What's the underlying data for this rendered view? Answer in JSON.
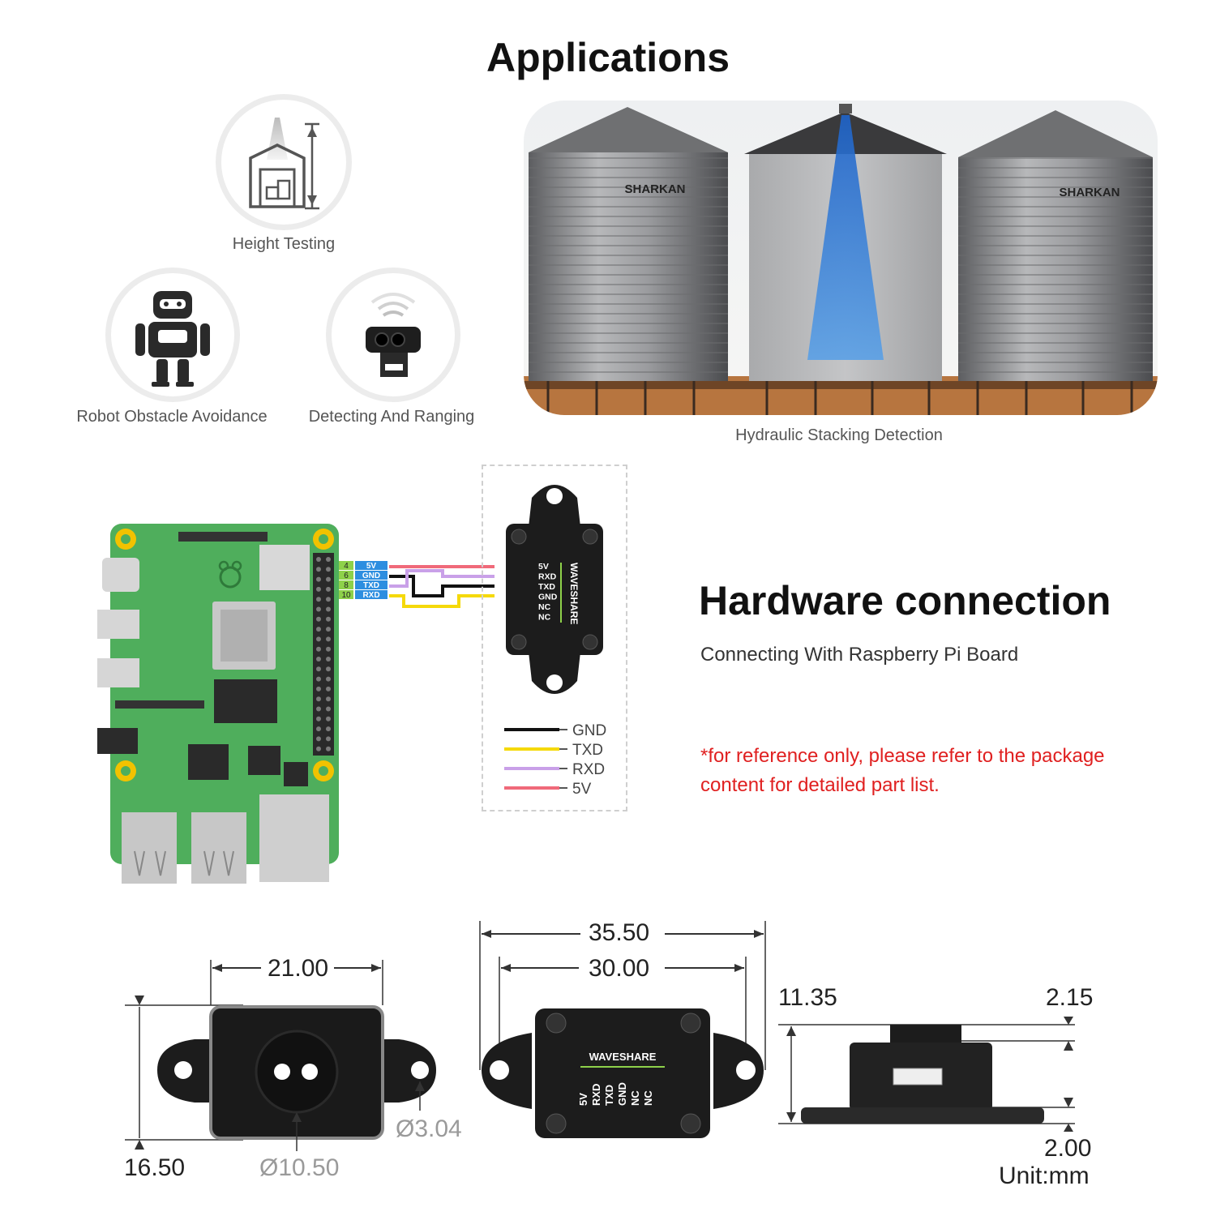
{
  "page_title": "Applications",
  "applications": [
    {
      "label": "Height Testing"
    },
    {
      "label": "Robot Obstacle Avoidance"
    },
    {
      "label": "Detecting And Ranging"
    },
    {
      "label": "Hydraulic Stacking Detection"
    }
  ],
  "silo_brand": "SHARKAN",
  "hardware": {
    "title": "Hardware connection",
    "subtitle": "Connecting With Raspberry Pi Board",
    "note": "*for reference only, please refer to the package content for detailed part list."
  },
  "pi_pins": [
    {
      "pin": "4",
      "signal": "5V"
    },
    {
      "pin": "6",
      "signal": "GND"
    },
    {
      "pin": "8",
      "signal": "TXD"
    },
    {
      "pin": "10",
      "signal": "RXD"
    }
  ],
  "module_brand": "WAVESHARE",
  "module_pins": [
    "5V",
    "RXD",
    "TXD",
    "GND",
    "NC",
    "NC"
  ],
  "wire_legend": [
    {
      "label": "GND",
      "color": "#111111"
    },
    {
      "label": "TXD",
      "color": "#f5d90a"
    },
    {
      "label": "RXD",
      "color": "#c9a0e8"
    },
    {
      "label": "5V",
      "color": "#f06a7a"
    }
  ],
  "dimensions": {
    "front_width": "21.00",
    "front_height": "16.50",
    "lens_diameter": "Ø10.50",
    "hole_diameter": "Ø3.04",
    "back_total_width": "35.50",
    "back_hole_spacing": "30.00",
    "side_height": "11.35",
    "side_top": "2.15",
    "side_base": "2.00",
    "unit": "Unit:mm"
  },
  "colors": {
    "pcb_green": "#4fae5c",
    "note_red": "#e02020",
    "sensor_black": "#1c1c1c"
  }
}
